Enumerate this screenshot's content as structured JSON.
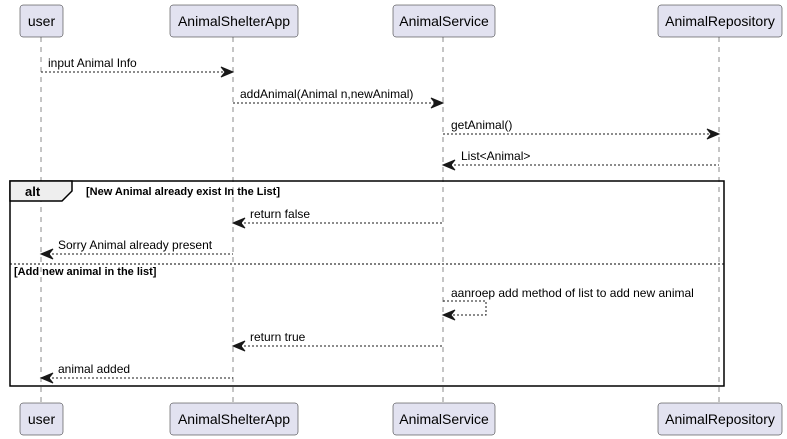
{
  "participants": [
    {
      "id": "user",
      "label": "user"
    },
    {
      "id": "app",
      "label": "AnimalShelterApp"
    },
    {
      "id": "service",
      "label": "AnimalService"
    },
    {
      "id": "repo",
      "label": "AnimalRepository"
    }
  ],
  "messages": [
    {
      "from": "user",
      "to": "app",
      "label": "input Animal Info"
    },
    {
      "from": "app",
      "to": "service",
      "label": "addAnimal(Animal n,newAnimal)"
    },
    {
      "from": "service",
      "to": "repo",
      "label": "getAnimal()"
    },
    {
      "from": "repo",
      "to": "service",
      "label": "List<Animal>"
    },
    {
      "from": "service",
      "to": "app",
      "label": "return false"
    },
    {
      "from": "app",
      "to": "user",
      "label": "Sorry Animal already present"
    },
    {
      "from": "service",
      "to": "service",
      "label": "aanroep add method of list to add new animal"
    },
    {
      "from": "service",
      "to": "app",
      "label": "return true"
    },
    {
      "from": "app",
      "to": "user",
      "label": "animal added"
    }
  ],
  "fragment": {
    "keyword": "alt",
    "guard_1": "[New Animal already exist In the List]",
    "guard_2": "[Add new animal in the list]"
  }
}
